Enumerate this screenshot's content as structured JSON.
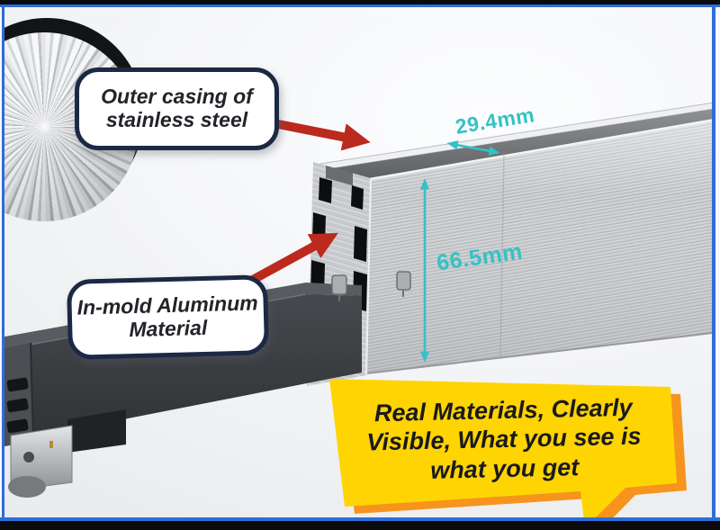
{
  "callouts": {
    "outer_casing": {
      "line1": "Outer casing of",
      "line2": "stainless steel"
    },
    "in_mold": {
      "line1": "In-mold Aluminum",
      "line2": "Material"
    }
  },
  "dimensions": {
    "top_width": "29.4mm",
    "side_height": "66.5mm"
  },
  "banner": {
    "line1": "Real Materials, Clearly",
    "line2": "Visible, What you see is",
    "line3": "what you get"
  },
  "colors": {
    "teal": "#35c2c5",
    "red": "#bb2a1d",
    "navy": "#1c2945",
    "yellow": "#ffd403",
    "orange": "#f6941e",
    "frameblue": "#2e6ed6",
    "barblack": "#0b0b0d"
  }
}
